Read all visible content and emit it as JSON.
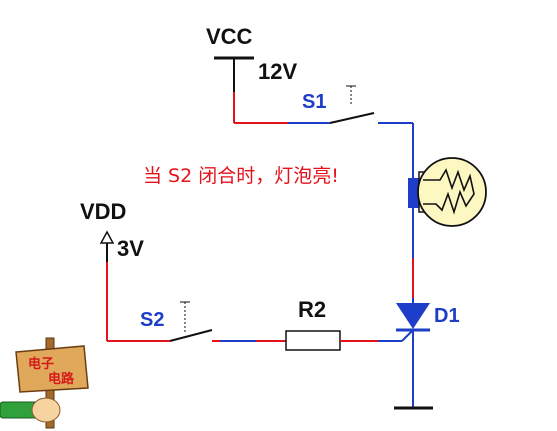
{
  "labels": {
    "vcc": "VCC",
    "vcc_voltage": "12V",
    "vdd": "VDD",
    "vdd_voltage": "3V",
    "s1": "S1",
    "s2": "S2",
    "r2": "R2",
    "d1": "D1",
    "note": "当 S2 闭合时，灯泡亮!"
  },
  "logo": {
    "line1": "电子",
    "line2": "电路"
  },
  "colors": {
    "wire_blue": "#1e3ec9",
    "wire_red": "#e3121b",
    "label_blue": "#1e3ec9",
    "label_black": "#111111"
  }
}
